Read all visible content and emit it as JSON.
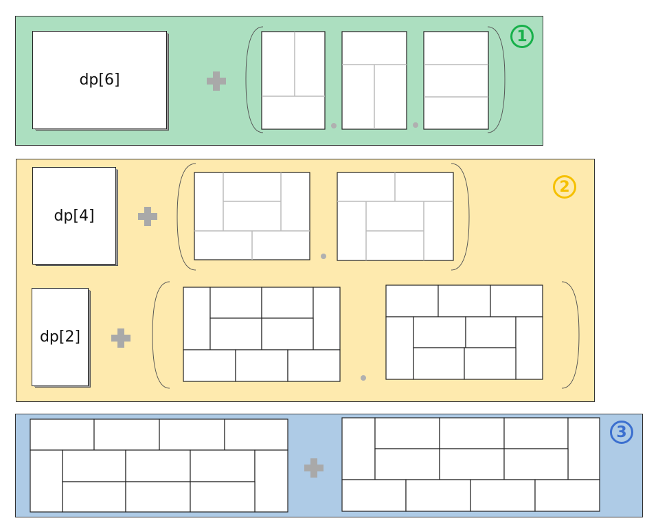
{
  "labels": {
    "dp6": "dp[6]",
    "dp4": "dp[4]",
    "dp2": "dp[2]"
  },
  "badges": {
    "one": "1",
    "two": "2",
    "three": "3"
  },
  "colors": {
    "panel1_bg": "#acdfc0",
    "panel2_bg": "#feeaae",
    "panel3_bg": "#aecbe6",
    "badge1": "#17b04a",
    "badge2": "#f5c000",
    "badge3": "#3b6fcf",
    "plus": "#a9a9a9"
  }
}
